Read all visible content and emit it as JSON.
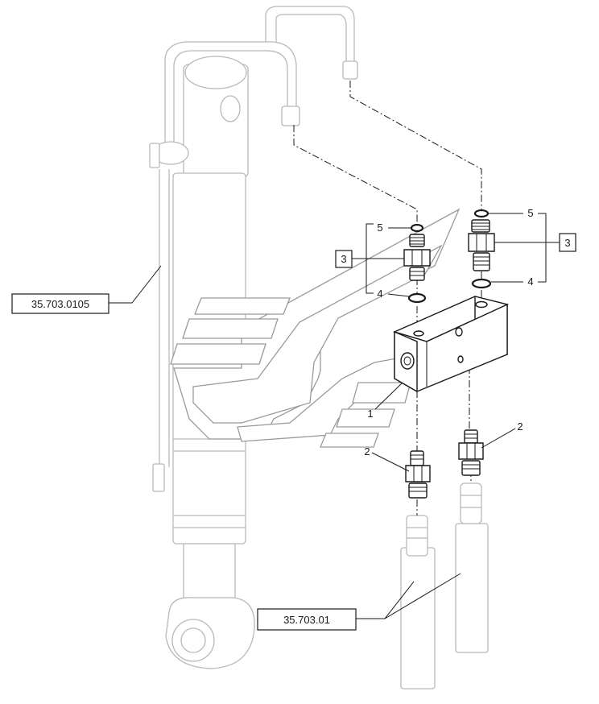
{
  "references": {
    "left": "35.703.0105",
    "bottom": "35.703.01"
  },
  "callouts": {
    "block": "1",
    "fitting_lower_left": "2",
    "fitting_lower_right": "2",
    "adapter_left": "3",
    "adapter_right": "3",
    "oring_small_left": "5",
    "oring_small_right": "5",
    "oring_large_left": "4",
    "oring_large_right": "4"
  }
}
